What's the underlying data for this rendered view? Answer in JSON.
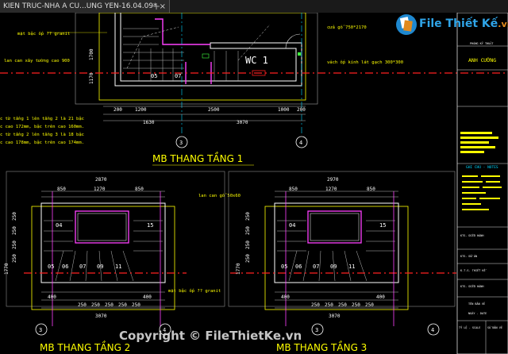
{
  "window": {
    "tab_title": "KIEN TRUC-NHA A CU...UNG YEN-16.04.09*",
    "close_glyph": "×",
    "new_tab_glyph": "+"
  },
  "logo": {
    "brand_main": "File Thiết Kế",
    "brand_suffix": ".vn",
    "icon": "file-thiet-ke-logo"
  },
  "watermark": {
    "text": "Copyright © FileThietKe.vn"
  },
  "drawing": {
    "plan1": {
      "title": "MB THANG TẦNG 1",
      "room_label": "WC 1",
      "notes": [
        "mặt bậc ốp ?? granit",
        "lan can xây tường cao 900",
        "c từ tầng 1 lên tầng 2 là 21 bậc",
        "c cao 172mm, bậc trên cao 160mm.",
        "c từ tầng 2 lên tầng 3 là 18 bậc",
        "c cao 178mm, bậc trên cao 174mm."
      ],
      "right_notes": [
        "cửa gỗ 750*2170",
        "vách ốp kính lát gạch 300*300"
      ],
      "step_labels": [
        "05",
        "07"
      ],
      "dims_bottom": [
        "200",
        "1200",
        "2500",
        "1000",
        "200"
      ],
      "dims_total": [
        "1630",
        "3070"
      ],
      "axis_labels": [
        "3",
        "4"
      ],
      "left_dims": [
        "1700",
        "1170"
      ]
    },
    "plan2": {
      "title": "MB THANG TẦNG 2",
      "dims_top": [
        "2870",
        "850",
        "1270",
        "850"
      ],
      "left_dims": [
        "250",
        "250",
        "250",
        "250",
        "1770"
      ],
      "step_labels": [
        "04",
        "05",
        "06",
        "07",
        "09",
        "11",
        "15"
      ],
      "dims_bottom_row1": [
        "400",
        "400"
      ],
      "dims_bottom_row2": [
        "250",
        "250",
        "250",
        "250",
        "250"
      ],
      "dim_total": "3070",
      "axis_labels": [
        "3",
        "4"
      ],
      "note": "mặt bậc ốp ?? granit",
      "side_note": "lan can gỗ 50x60"
    },
    "plan3": {
      "title": "MB THANG TẦNG 3",
      "dims_top": [
        "2970",
        "850",
        "1270",
        "850"
      ],
      "left_dims": [
        "250",
        "250",
        "250",
        "250",
        "1770"
      ],
      "step_labels": [
        "04",
        "05",
        "06",
        "07",
        "09",
        "11",
        "15"
      ],
      "dims_bottom_row1": [
        "400",
        "400"
      ],
      "dims_bottom_row2": [
        "250",
        "250",
        "250",
        "250",
        "250"
      ],
      "dim_total": "3070",
      "axis_labels": [
        "3",
        "4"
      ]
    },
    "titleblock": {
      "company": "ANH CƯỜNG",
      "row_labels": [
        "PHÒNG KỸ THUẬT",
        "GHI CHÚ - NOTES",
        "KTS. ĐIỀU HÀNH",
        "KTS. ĐỒ ÁN",
        "K.T.S. THIẾT KẾ",
        "KTS. ĐIỀU HÀNH",
        "TÊN BẢN VẼ",
        "NGÀY - DATE",
        "TỶ LỆ - SCALE",
        "SỐ BẢN VẼ"
      ]
    },
    "colors": {
      "background": "#000000",
      "yellow": "#ffff00",
      "white": "#ffffff",
      "cyan": "#00d8ff",
      "red": "#ff2020",
      "magenta": "#ff40ff",
      "green": "#40ff40",
      "grey": "#8a8a8a"
    }
  }
}
